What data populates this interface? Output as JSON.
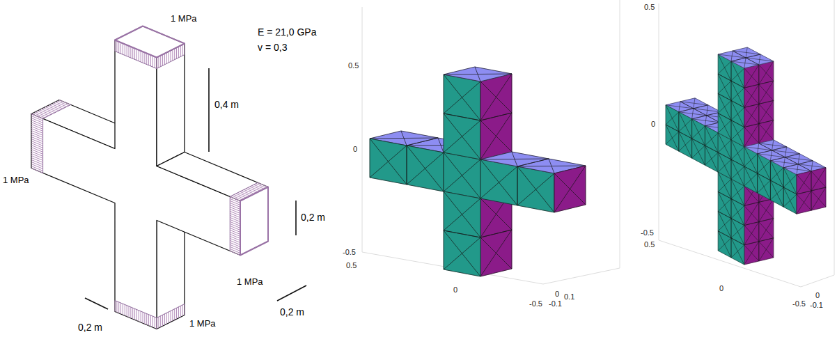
{
  "diagram": {
    "labels": [
      "1 MPa",
      "E = 21,0 GPa",
      "v = 0,3",
      "0,4 m",
      "1 MPa",
      "0,2 m",
      "1 MPa",
      "0,2 m",
      "0,2 m",
      "1 MPa",
      "0.5",
      "0",
      "-0.5",
      "0.5",
      "0",
      "-0.5",
      "-0.1",
      "0",
      "0.1",
      "0.5",
      "0",
      "-0.5",
      "0.5",
      "0",
      "-0.5",
      "-0.1",
      "0"
    ]
  }
}
